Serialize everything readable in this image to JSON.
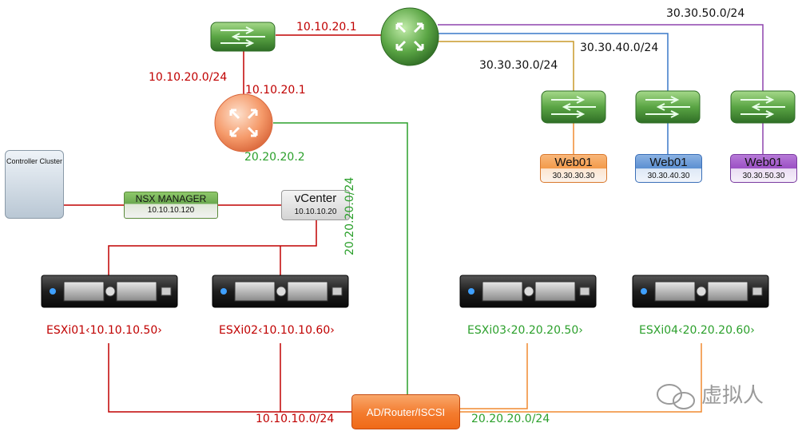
{
  "controller": {
    "label": "Controller Cluster"
  },
  "nsx_manager": {
    "name": "NSX MANAGER",
    "ip": "10.10.10.120"
  },
  "vcenter": {
    "name": "vCenter",
    "ip": "10.10.10.20"
  },
  "ad_router": {
    "label": "AD/Router/ISCSI"
  },
  "networks": {
    "net_10_10_20_1_top": "10.10.20.1",
    "net_10_10_20_0": "10.10.20.0/24",
    "net_10_10_20_1_side": "10.10.20.1",
    "net_20_20_20_2": "20.20.20.2",
    "net_30_30_30_0": "30.30.30.0/24",
    "net_30_30_40_0": "30.30.40.0/24",
    "net_30_30_50_0": "30.30.50.0/24",
    "net_20_20_20_0_vertical": "20.20.20.0/24",
    "net_10_10_10_0": "10.10.10.0/24",
    "net_20_20_20_0_bottom": "20.20.20.0/24"
  },
  "web_servers": [
    {
      "name": "Web01",
      "ip": "30.30.30.30",
      "color": "#f39a4a"
    },
    {
      "name": "Web01",
      "ip": "30.30.40.30",
      "color": "#5b8fd1"
    },
    {
      "name": "Web01",
      "ip": "30.30.50.30",
      "color": "#9b4fc4"
    }
  ],
  "hosts": [
    {
      "label": "ESXi01‹10.10.10.50›",
      "color": "#c00000"
    },
    {
      "label": "ESXi02‹10.10.10.60›",
      "color": "#c00000"
    },
    {
      "label": "ESXi03‹20.20.20.50›",
      "color": "#2ca02c"
    },
    {
      "label": "ESXi04‹20.20.20.60›",
      "color": "#2ca02c"
    }
  ],
  "colors": {
    "red_link": "#c00000",
    "green_link": "#2ca02c",
    "orange_link": "#f08a30",
    "blue_link": "#3a78c8",
    "purple_link": "#8e44ad",
    "switch": "#4f9a3f"
  },
  "watermark": {
    "text": "虚拟人",
    "icon": "wechat-icon"
  }
}
